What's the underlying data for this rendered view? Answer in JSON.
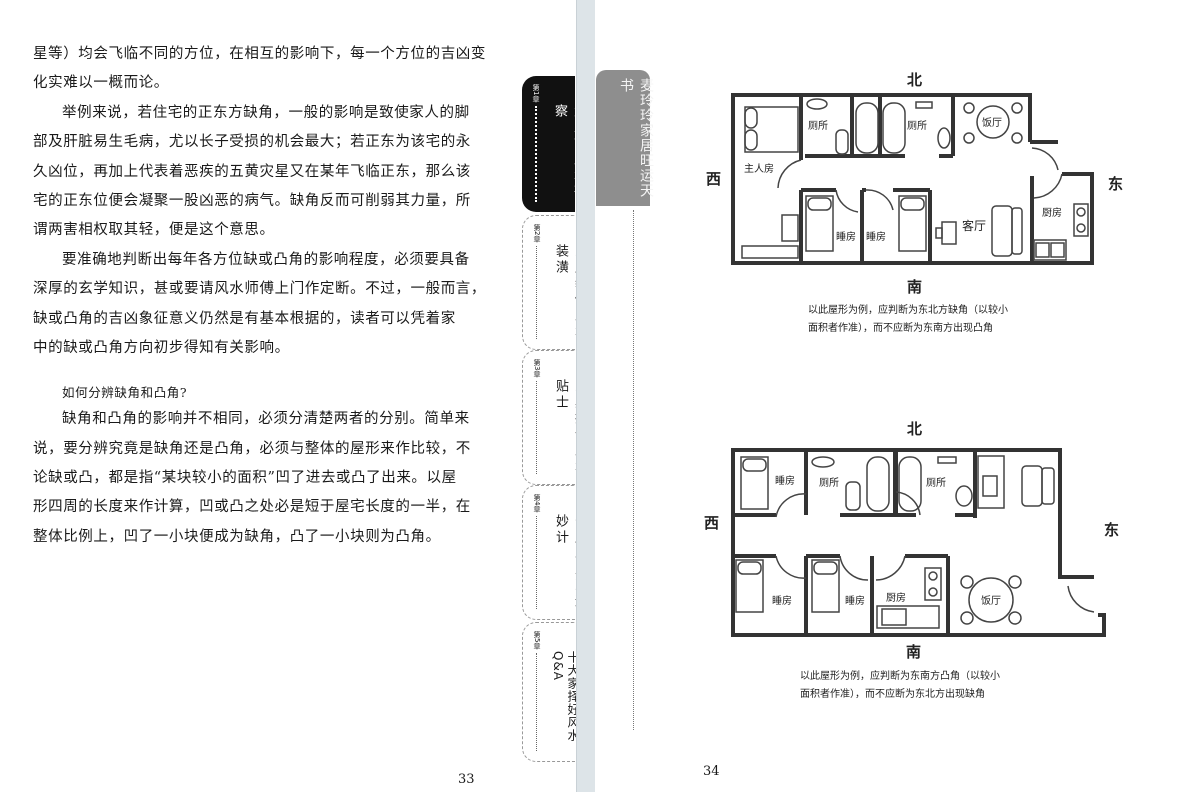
{
  "left_page": {
    "paragraphs": [
      {
        "lines": [
          "星等）均会飞临不同的方位，在相互的影响下，每一个方位的吉凶变",
          "化实难以一概而论。"
        ]
      },
      {
        "lines": [
          "举例来说，若住宅的正东方缺角，一般的影响是致使家人的脚",
          "部及肝脏易生毛病，尤以长子受损的机会最大；若正东为该宅的永",
          "久凶位，再加上代表着恶疾的五黄灾星又在某年飞临正东，那么该",
          "宅的正东位便会凝聚一股凶恶的病气。缺角反而可削弱其力量，所",
          "谓两害相权取其轻，便是这个意思。"
        ]
      },
      {
        "lines": [
          "要准确地判断出每年各方位缺或凸角的影响程度，必须要具备",
          "深厚的玄学知识，甚或要请风水师傅上门作定断。不过，一般而言，",
          "缺或凸角的吉凶象征意义仍然是有基本根据的，读者可以凭着家",
          "中的缺或凸角方向初步得知有关影响。"
        ]
      }
    ],
    "heading": "如何分辨缺角和凸角?",
    "paragraph2": {
      "lines": [
        "缺角和凸角的影响并不相同，必须分清楚两者的分别。简单来",
        "说，要分辨究竟是缺角还是凸角，必须与整体的屋形来作比较，不",
        "论缺或凸，都是指“某块较小的面积”凹了进去或凸了出来。以屋",
        "形四周的长度来作计算，凹或凸之处必是短于屋宅长度的一半，在",
        "整体比例上，凹了一小块便成为缺角，凸了一小块则为凸角。"
      ]
    },
    "page_number": "33"
  },
  "chapter_tabs": [
    {
      "chapter": "第1章",
      "title": "置业前风水勘察",
      "active": true
    },
    {
      "chapter": "第2章",
      "title": "家居装修风水装潢",
      "active": false
    },
    {
      "chapter": "第3章",
      "title": "家具摆位风水贴士",
      "active": false
    },
    {
      "chapter": "第4章",
      "title": "安居乐业改运妙计",
      "active": false
    },
    {
      "chapter": "第5章",
      "title": "十大家择好风水Q&A",
      "active": false
    }
  ],
  "right_page": {
    "book_title": "麦玲玲家居旺运天书",
    "page_number": "34",
    "plan1": {
      "north": "北",
      "south": "南",
      "west": "西",
      "east": "东",
      "rooms": {
        "master": "主人房",
        "toilet1": "厕所",
        "toilet2": "厕所",
        "dining": "饭厅",
        "bedroom1": "睡房",
        "bedroom2": "睡房",
        "living": "客厅",
        "kitchen": "厨房"
      },
      "caption": [
        "以此屋形为例，应判断为东北方缺角（以较小",
        "面积者作准），而不应断为东南方出现凸角"
      ]
    },
    "plan2": {
      "north": "北",
      "south": "南",
      "west": "西",
      "east": "东",
      "rooms": {
        "bedroom1": "睡房",
        "toilet1": "厕所",
        "toilet2": "厕所",
        "bedroom2": "睡房",
        "bedroom3": "睡房",
        "kitchen": "厨房",
        "dining": "饭厅"
      },
      "caption": [
        "以此屋形为例，应判断为东南方凸角（以较小",
        "面积者作准），而不应断为东北方出现缺角"
      ]
    }
  }
}
